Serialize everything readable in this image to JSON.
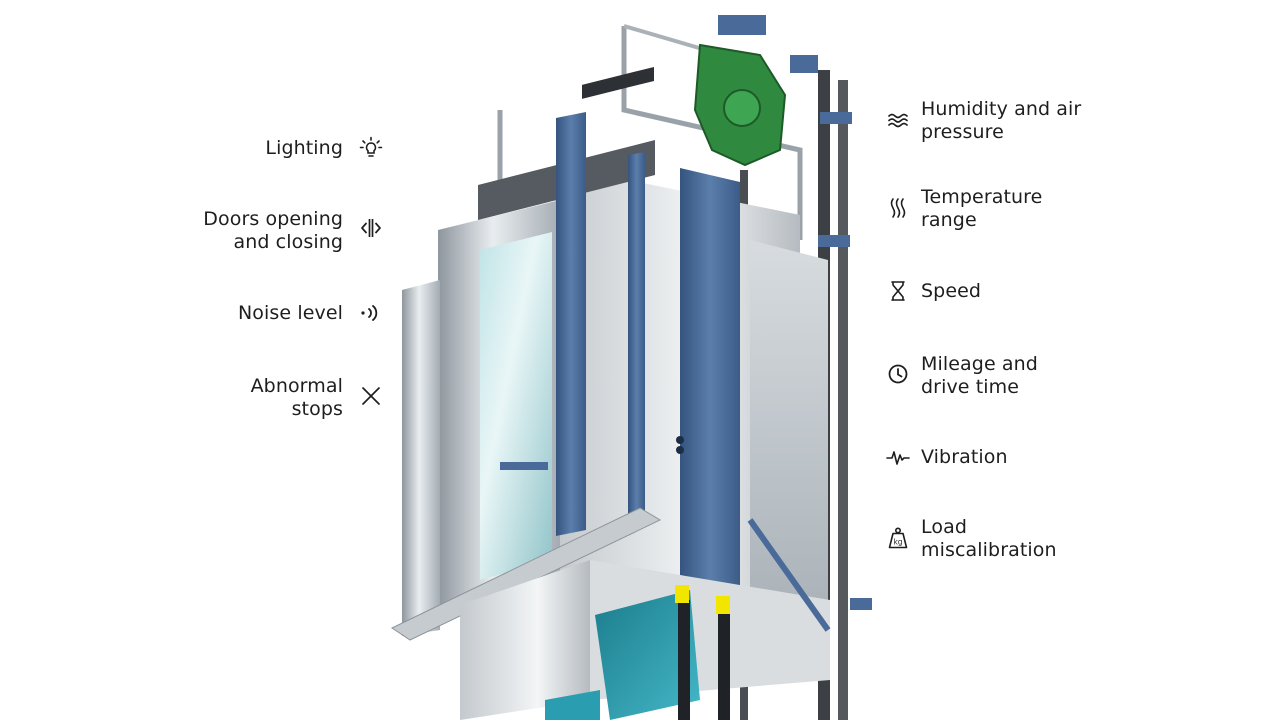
{
  "left_features": [
    {
      "name": "lighting",
      "icon": "lightbulb-icon",
      "lines": [
        "Lighting"
      ]
    },
    {
      "name": "doors",
      "icon": "doors-icon",
      "lines": [
        "Doors opening",
        "and closing"
      ]
    },
    {
      "name": "noise",
      "icon": "sound-icon",
      "lines": [
        "Noise level"
      ]
    },
    {
      "name": "abnormal-stops",
      "icon": "x-icon",
      "lines": [
        "Abnormal",
        "stops"
      ]
    }
  ],
  "right_features": [
    {
      "name": "humidity",
      "icon": "waves-icon",
      "lines": [
        "Humidity and air",
        "pressure"
      ]
    },
    {
      "name": "temperature",
      "icon": "heat-icon",
      "lines": [
        "Temperature",
        "range"
      ]
    },
    {
      "name": "speed",
      "icon": "hourglass-icon",
      "lines": [
        "Speed"
      ]
    },
    {
      "name": "mileage",
      "icon": "clock-icon",
      "lines": [
        "Mileage and",
        "drive time"
      ]
    },
    {
      "name": "vibration",
      "icon": "pulse-icon",
      "lines": [
        "Vibration"
      ]
    },
    {
      "name": "load",
      "icon": "weight-icon",
      "lines": [
        "Load",
        "miscalibration"
      ]
    }
  ],
  "weight_icon_text": "kg",
  "colors": {
    "text": "#1e1e1e",
    "steel_blue": "#4a6b9a",
    "machine_green": "#2e8b3e",
    "teal": "#2aa3b5",
    "yellow": "#f2e600"
  }
}
